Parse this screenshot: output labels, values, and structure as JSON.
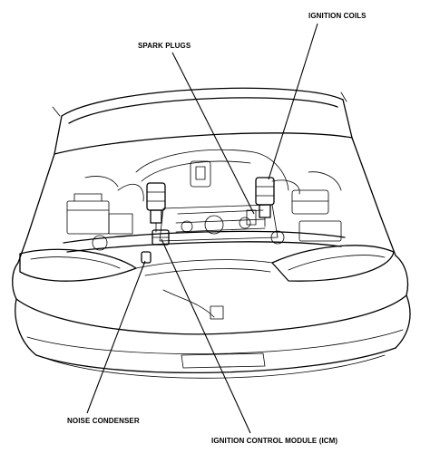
{
  "labels": {
    "ignition_coils": "IGNITION COILS",
    "spark_plugs": "SPARK PLUGS",
    "noise_condenser": "NOISE CONDENSER",
    "icm": "IGNITION CONTROL MODULE (ICM)"
  }
}
